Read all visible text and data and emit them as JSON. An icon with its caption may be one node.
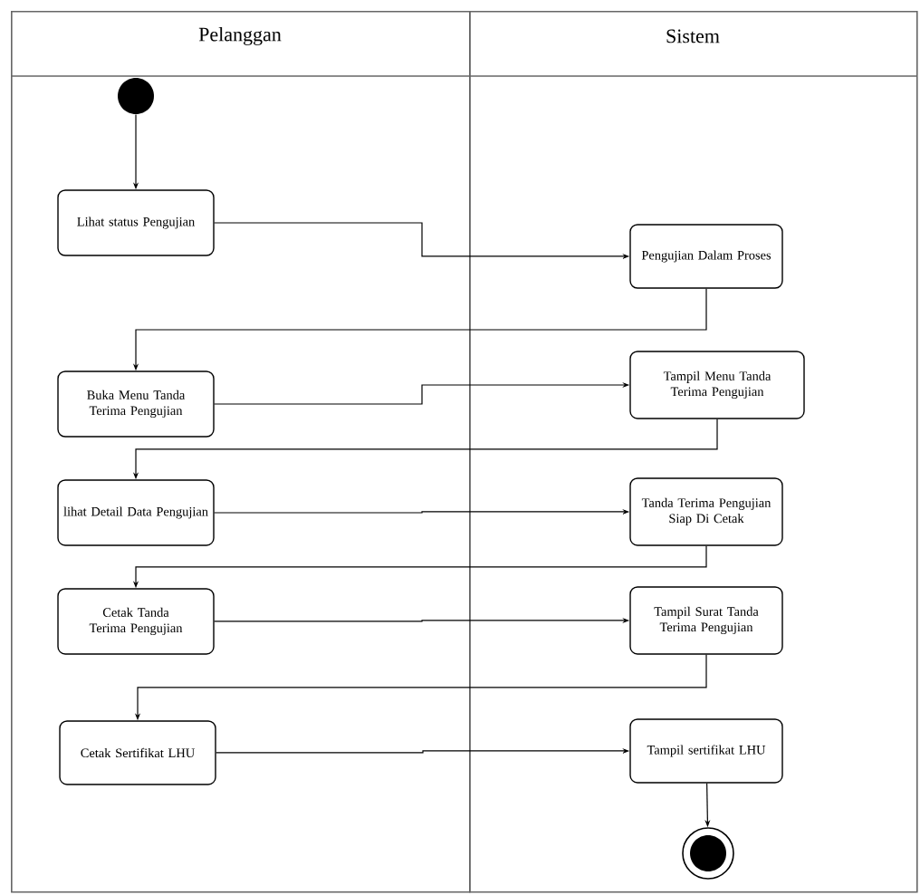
{
  "diagram": {
    "nodes": [
      {
        "text": [
          "Pelanggan"
        ]
      },
      {
        "text": [
          "Sistem"
        ]
      },
      {
        "text": [],
        "shape": "circle",
        "in": 0
      },
      {
        "text": [
          "Lihat status Pengujian"
        ],
        "in": 0
      },
      {
        "text": [
          "Pengujian Dalam Proses"
        ],
        "in": 1
      },
      {
        "text": [
          "Buka Menu Tanda Terima Pengujian"
        ],
        "in": 0
      },
      {
        "text": [
          "Tampil Menu Tanda Terima Pengujian"
        ],
        "in": 1
      },
      {
        "text": [
          "lihat Detail Data Pengujian"
        ],
        "in": 0
      },
      {
        "text": [
          "Tanda Terima Pengujian Siap Di Cetak"
        ],
        "in": 1
      },
      {
        "text": [
          "Cetak Tanda Terima Pengujian"
        ],
        "in": 0
      },
      {
        "text": [
          "Tampil Surat Tanda Terima Pengujian"
        ],
        "in": 1
      },
      {
        "text": [
          "Cetak Sertifikat LHU"
        ],
        "in": 0
      },
      {
        "text": [
          "Tampil sertifikat LHU"
        ],
        "in": 1
      },
      {
        "text": [],
        "shape": "circle",
        "in": 1
      }
    ],
    "edges": [
      {
        "from": 2,
        "to": 3,
        "arrow": "to"
      },
      {
        "from": 3,
        "to": 4,
        "arrow": "to"
      },
      {
        "from": 4,
        "to": 5,
        "arrow": "to"
      },
      {
        "from": 5,
        "to": 6,
        "arrow": "to"
      },
      {
        "from": 6,
        "to": 7,
        "arrow": "to"
      },
      {
        "from": 7,
        "to": 8,
        "arrow": "to"
      },
      {
        "from": 8,
        "to": 9,
        "arrow": "to"
      },
      {
        "from": 9,
        "to": 10,
        "arrow": "to"
      },
      {
        "from": 10,
        "to": 11,
        "arrow": "to"
      },
      {
        "from": 11,
        "to": 12,
        "arrow": "to"
      },
      {
        "from": 12,
        "to": 13,
        "arrow": "to"
      }
    ]
  }
}
